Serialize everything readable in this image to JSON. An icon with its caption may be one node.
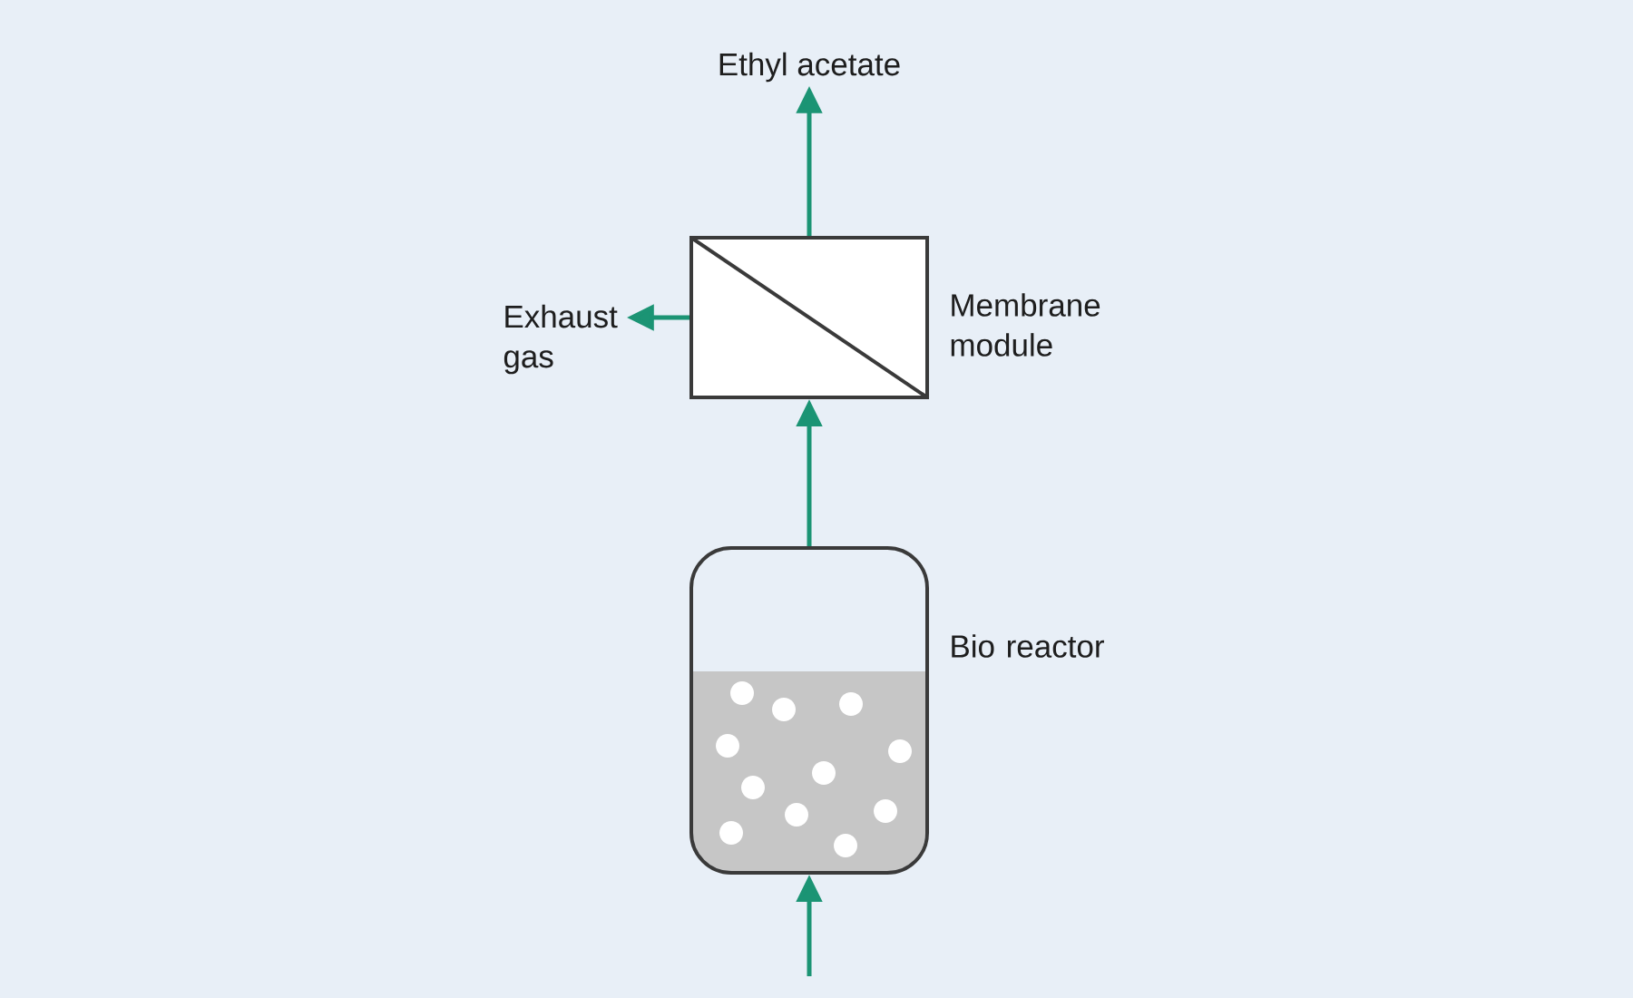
{
  "diagram": {
    "nodes": [
      {
        "text": [
          "Ethyl acetate"
        ]
      },
      {
        "text": [
          "Membrane module"
        ]
      },
      {
        "text": [
          "Exhaust gas"
        ]
      },
      {
        "text": [
          "Bio reactor"
        ]
      }
    ],
    "edges": [
      {
        "from": 3,
        "to": 1,
        "arrow": "to"
      },
      {
        "from": 1,
        "to": 0,
        "arrow": "to"
      },
      {
        "from": 1,
        "to": 2,
        "arrow": "to"
      },
      {
        "from": null,
        "to": 3,
        "arrow": "to"
      }
    ]
  }
}
